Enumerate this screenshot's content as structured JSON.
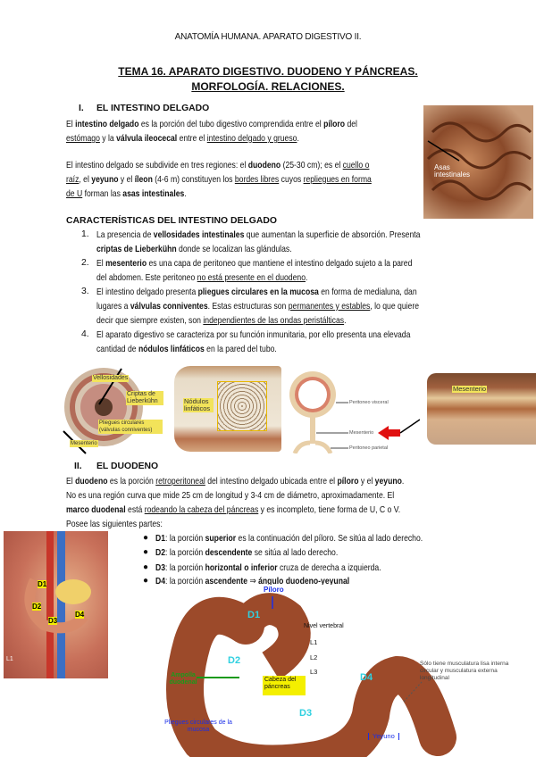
{
  "header": "ANATOMÍA HUMANA. APARATO DIGESTIVO II.",
  "title": [
    "TEMA 16. APARATO DIGESTIVO. DUODENO Y PÁNCREAS.",
    "MORFOLOGÍA. RELACIONES."
  ],
  "section1": {
    "num": "I.",
    "heading": "EL INTESTINO DELGADO"
  },
  "char_heading": "CARACTERÍSTICAS DEL INTESTINO DELGADO",
  "section2": {
    "num": "II.",
    "heading": "EL DUODENO"
  },
  "list_numbers": [
    "1.",
    "2.",
    "3.",
    "4."
  ],
  "lines": [
    [
      [
        "El ",
        ""
      ],
      [
        "intestino delgado",
        "b"
      ],
      [
        " es la porción del tubo digestivo comprendida entre el ",
        ""
      ],
      [
        "píloro",
        "b"
      ],
      [
        " del",
        ""
      ]
    ],
    [
      [
        "estómago",
        "u"
      ],
      [
        " y la ",
        ""
      ],
      [
        "válvula ileocecal",
        "b"
      ],
      [
        " entre el ",
        ""
      ],
      [
        "intestino delgado y grueso",
        "u"
      ],
      [
        ".",
        ""
      ]
    ],
    [
      [
        "El intestino delgado se subdivide en tres regiones: el ",
        ""
      ],
      [
        "duodeno",
        "b"
      ],
      [
        " (25-30 cm); es el ",
        ""
      ],
      [
        "cuello o",
        "u"
      ]
    ],
    [
      [
        "raíz",
        "u"
      ],
      [
        ", el ",
        ""
      ],
      [
        "yeyuno",
        "b"
      ],
      [
        " y el ",
        ""
      ],
      [
        "íleon",
        "b"
      ],
      [
        " (4-6 m) constituyen los ",
        ""
      ],
      [
        "bordes libres",
        "u"
      ],
      [
        " cuyos ",
        ""
      ],
      [
        "repliegues en forma",
        "u"
      ]
    ],
    [
      [
        "de U",
        "u"
      ],
      [
        " forman las ",
        ""
      ],
      [
        "asas intestinales",
        "b"
      ],
      [
        ".",
        ""
      ]
    ],
    [
      [
        "La presencia de ",
        ""
      ],
      [
        "vellosidades intestinales",
        "b"
      ],
      [
        " que aumentan la superficie de absorción. Presenta",
        ""
      ]
    ],
    [
      [
        "criptas de Lieberkühn",
        "b"
      ],
      [
        " donde se localizan las glándulas.",
        ""
      ]
    ],
    [
      [
        "El ",
        ""
      ],
      [
        "mesenterio",
        "b"
      ],
      [
        " es una capa de peritoneo que mantiene el intestino delgado sujeto a la pared",
        ""
      ]
    ],
    [
      [
        "del abdomen. Este peritoneo ",
        ""
      ],
      [
        "no está presente en el duodeno",
        "u"
      ],
      [
        ".",
        ""
      ]
    ],
    [
      [
        "El intestino delgado presenta ",
        ""
      ],
      [
        "pliegues circulares en la mucosa",
        "b"
      ],
      [
        " en forma de medialuna, dan",
        ""
      ]
    ],
    [
      [
        "lugares a ",
        ""
      ],
      [
        "válvulas conniventes",
        "b"
      ],
      [
        ". Estas estructuras son ",
        ""
      ],
      [
        "permanentes y estables",
        "u"
      ],
      [
        ", lo que quiere",
        ""
      ]
    ],
    [
      [
        "decir que siempre existen, son ",
        ""
      ],
      [
        "independientes de las ondas peristálticas",
        "u"
      ],
      [
        ".",
        ""
      ]
    ],
    [
      [
        "El aparato digestivo se caracteriza por su función inmunitaria, por ello presenta una elevada",
        ""
      ]
    ],
    [
      [
        "cantidad de ",
        ""
      ],
      [
        "nódulos linfáticos",
        "b"
      ],
      [
        " en la pared del tubo.",
        ""
      ]
    ],
    [
      [
        "El ",
        ""
      ],
      [
        "duodeno",
        "b"
      ],
      [
        " es la porción ",
        ""
      ],
      [
        "retroperitoneal",
        "u"
      ],
      [
        " del intestino delgado ubicada entre el ",
        ""
      ],
      [
        "píloro",
        "b"
      ],
      [
        " y el ",
        ""
      ],
      [
        "yeyuno",
        "b"
      ],
      [
        ".",
        ""
      ]
    ],
    [
      [
        "No es una región curva que mide 25 cm de longitud y 3-4 cm de diámetro, aproximadamente. El",
        ""
      ]
    ],
    [
      [
        "marco duodenal",
        "b"
      ],
      [
        " está ",
        ""
      ],
      [
        "rodeando la cabeza del páncreas",
        "u"
      ],
      [
        " y es incompleto, tiene forma de U, C o V.",
        ""
      ]
    ],
    [
      [
        "Posee las siguientes partes:",
        ""
      ]
    ],
    [
      [
        "D1",
        "b"
      ],
      [
        ": la porción ",
        ""
      ],
      [
        "superior",
        "b"
      ],
      [
        " es la continuación del píloro. Se sitúa al lado derecho.",
        ""
      ]
    ],
    [
      [
        "D2",
        "b"
      ],
      [
        ": la porción ",
        ""
      ],
      [
        "descendente",
        "b"
      ],
      [
        " se sitúa al lado derecho.",
        ""
      ]
    ],
    [
      [
        "D3",
        "b"
      ],
      [
        ": la porción ",
        ""
      ],
      [
        "horizontal o inferior",
        "b"
      ],
      [
        " cruza de derecha a izquierda.",
        ""
      ]
    ],
    [
      [
        "D4",
        "b"
      ],
      [
        ": la porción ",
        ""
      ],
      [
        "ascendente",
        "b"
      ],
      [
        " ⇒ ",
        ""
      ],
      [
        "ángulo duodeno-yeyunal",
        "b"
      ]
    ]
  ],
  "figures": {
    "top_right": {
      "label": "Asas intestinales"
    },
    "villi": {
      "labels": [
        "Vellosidades",
        "Criptas de Lieberkühn",
        "Pliegues circulares (válvulas conniventes)",
        "Mesenterio"
      ]
    },
    "nodules": {
      "label": "Nódulos linfáticos"
    },
    "ring": {
      "labels": [
        "Peritoneo visceral",
        "Mesenterio",
        "Peritoneo parietal"
      ]
    },
    "mesentery": {
      "label": "Mesenterio"
    },
    "left": {
      "labels": [
        "D1",
        "D2",
        "D3",
        "D4",
        "L1"
      ]
    },
    "duodenum": {
      "piloro": "Píloro",
      "d_labels": [
        "D1",
        "D2",
        "D3",
        "D4"
      ],
      "nivel": "Nivel vertebral",
      "levels": [
        "L1",
        "L2",
        "L3"
      ],
      "cabeza": "Cabeza del páncreas",
      "ampolla": "Ampolla duodenal",
      "pliegues": "Pliegues circulares de la mucosa",
      "musc": "Sólo tiene musculatura lisa interna circular y musculatura externa longitudinal",
      "yeyuno": "Yeyuno"
    }
  },
  "colors": {
    "blue_label": "#1a2ee8",
    "green_label": "#1a9a1a",
    "yellow_label": "#f4ef00",
    "tissue": "#a8542e"
  }
}
